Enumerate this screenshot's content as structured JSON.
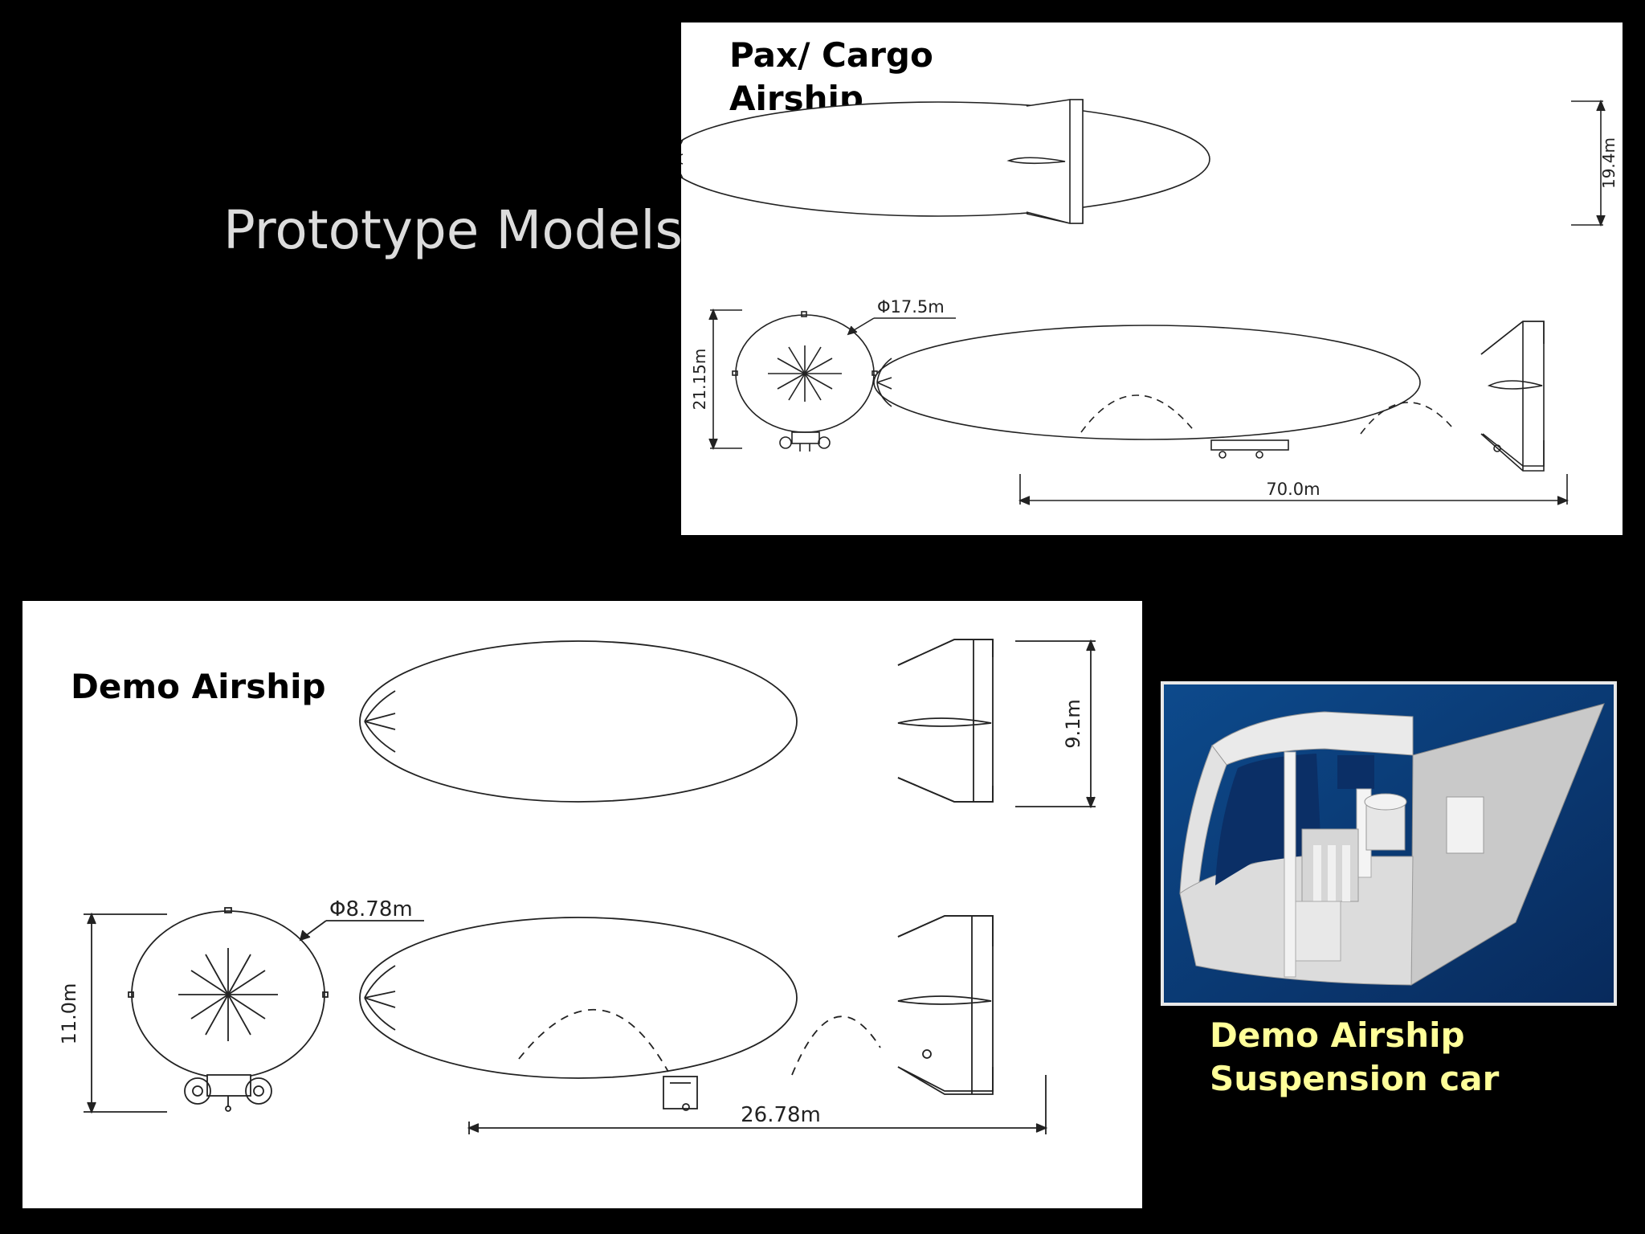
{
  "slide": {
    "title": "Prototype Models"
  },
  "pax_cargo": {
    "heading_line1": "Pax/ Cargo",
    "heading_line2": "Airship",
    "height_dim": "19.4m",
    "diameter_dim": "Φ17.5m",
    "front_height_dim": "21.15m",
    "length_dim": "70.0m"
  },
  "demo": {
    "heading": "Demo Airship",
    "height_dim": "9.1m",
    "diameter_dim": "Φ8.78m",
    "front_height_dim": "11.0m",
    "length_dim": "26.78m"
  },
  "photo": {
    "caption_line1": "Demo Airship",
    "caption_line2": "Suspension car"
  },
  "colors": {
    "background": "#000000",
    "title": "#dcdcdc",
    "caption": "#ffff99",
    "photo_bg": "#0a3a78"
  }
}
